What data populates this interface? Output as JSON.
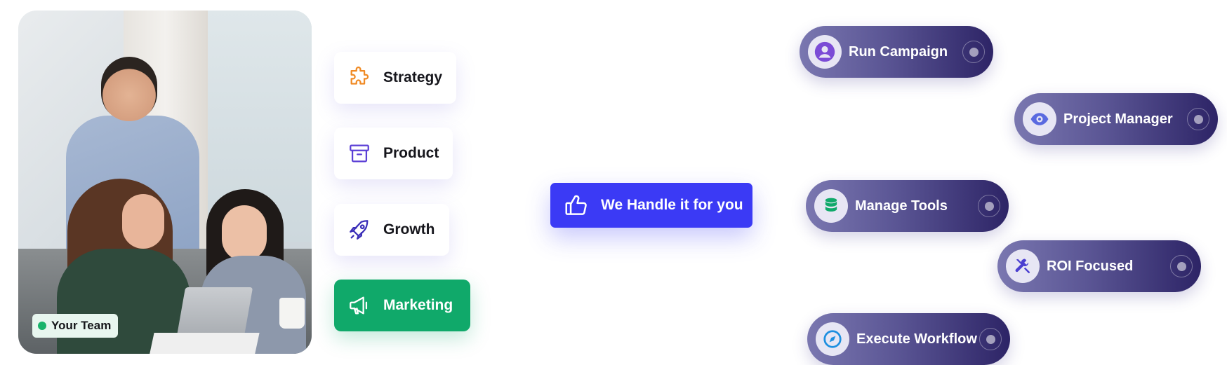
{
  "photo": {
    "badge_label": "Your Team",
    "badge_dot_color": "#19b36b"
  },
  "services": [
    {
      "label": "Strategy",
      "icon": "puzzle-icon",
      "icon_color": "#f08a24",
      "active": false
    },
    {
      "label": "Product",
      "icon": "archive-box-icon",
      "icon_color": "#5b3fd6",
      "active": false
    },
    {
      "label": "Growth",
      "icon": "rocket-icon",
      "icon_color": "#3b2fb8",
      "active": false
    },
    {
      "label": "Marketing",
      "icon": "megaphone-icon",
      "icon_color": "#ffffff",
      "active": true
    }
  ],
  "center_button": {
    "label": "We Handle it for you",
    "icon": "thumbs-up-icon",
    "color": "#3b3af5"
  },
  "features": [
    {
      "label": "Run Campaign",
      "icon": "user-icon",
      "icon_color": "#7b4cd6"
    },
    {
      "label": "Project Manager",
      "icon": "eye-icon",
      "icon_color": "#5a6ae0"
    },
    {
      "label": "Manage Tools",
      "icon": "database-icon",
      "icon_color": "#10a96a"
    },
    {
      "label": "ROI Focused",
      "icon": "tools-icon",
      "icon_color": "#4b3fd0"
    },
    {
      "label": "Execute Workflow",
      "icon": "compass-icon",
      "icon_color": "#1d8fe0"
    }
  ],
  "colors": {
    "accent_blue": "#3b3af5",
    "accent_green": "#10a96a",
    "pill_dark": "#2d2466"
  }
}
